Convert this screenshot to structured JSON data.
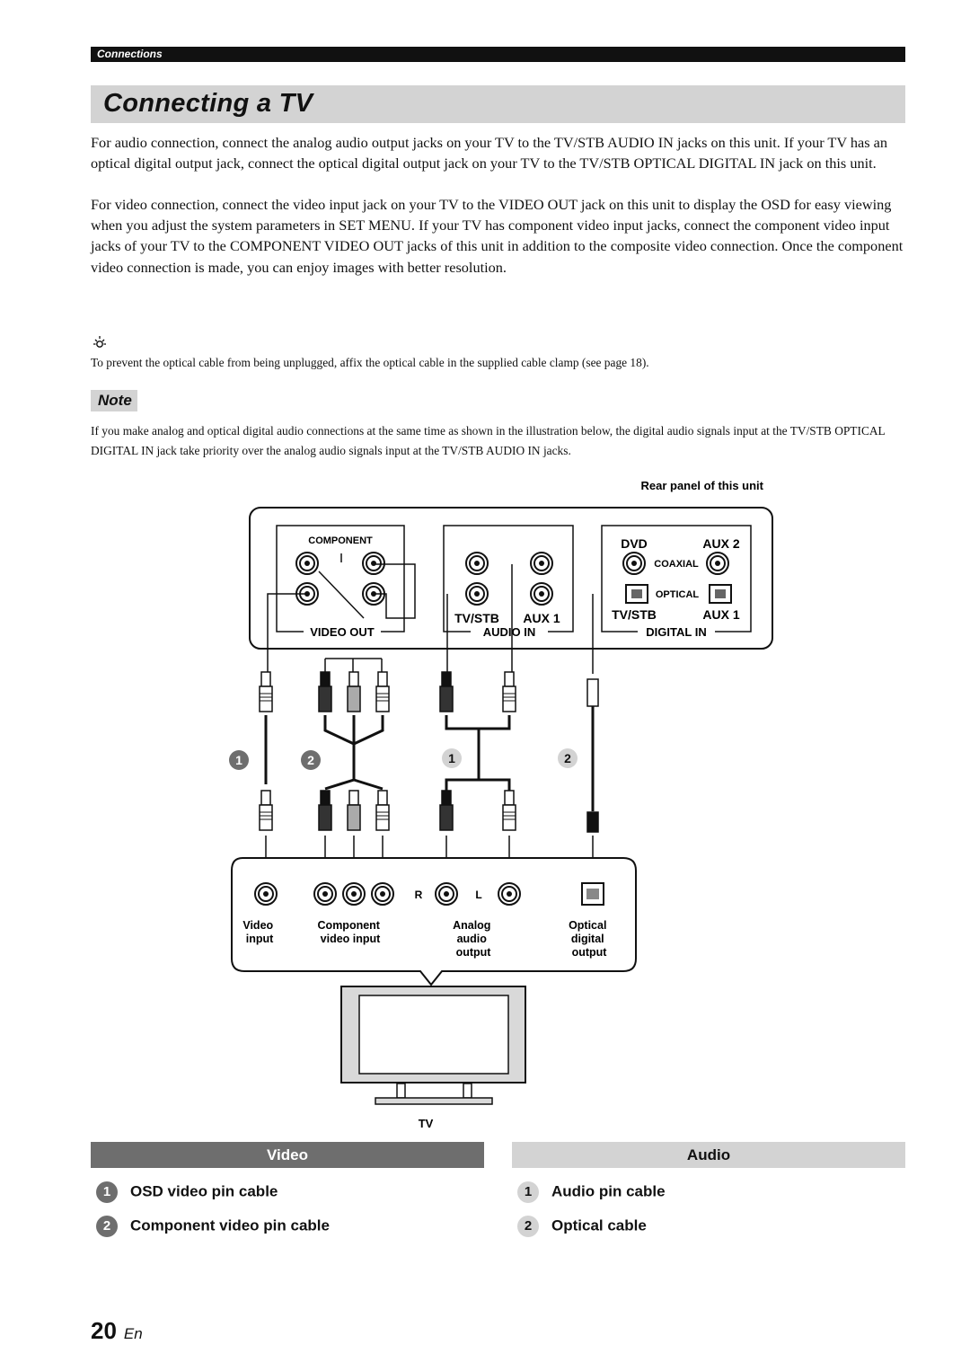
{
  "header": {
    "section": "Connections",
    "title": "Connecting a TV"
  },
  "body": {
    "para1": "For audio connection, connect the analog audio output jacks on your TV to the TV/STB AUDIO IN jacks on this unit. If your TV has an optical digital output jack, connect the optical digital output jack on your TV to the TV/STB OPTICAL DIGITAL IN jack on this unit.",
    "para2": "For video connection, connect the video input jack on your TV to the VIDEO OUT jack on this unit to display the OSD for easy viewing when you adjust the system parameters in SET MENU. If your TV has component video input jacks, connect the component video input jacks of your TV to the COMPONENT VIDEO OUT jacks of this unit in addition to the composite video connection. Once the component video connection is made, you can enjoy images with better resolution."
  },
  "tip": {
    "icon": "lightbulb-icon",
    "text": "To prevent the optical cable from being unplugged, affix the optical cable in the supplied cable clamp (see page 18)."
  },
  "note": {
    "label": "Note",
    "text": "If you make analog and optical digital audio connections at the same time as shown in the illustration below, the digital audio signals input at the TV/STB OPTICAL DIGITAL IN jack take priority over the analog audio signals input at the TV/STB AUDIO IN jacks."
  },
  "diagram": {
    "rear_panel_label": "Rear panel of this unit",
    "component": "COMPONENT",
    "video_out": "VIDEO OUT",
    "tvstb": "TV/STB",
    "aux1": "AUX 1",
    "audio_in": "AUDIO IN",
    "dvd": "DVD",
    "aux2": "AUX 2",
    "coaxial": "COAXIAL",
    "optical": "OPTICAL",
    "digital_in": "DIGITAL IN",
    "markers": [
      "1",
      "2",
      "1",
      "2"
    ],
    "r_label": "R",
    "l_label": "L",
    "video_input": [
      "Video",
      "input"
    ],
    "component_video_input": [
      "Component",
      "video input"
    ],
    "analog_audio_output": [
      "Analog",
      "audio",
      "output"
    ],
    "optical_digital_output": [
      "Optical",
      "digital",
      "output"
    ],
    "tv_label": "TV"
  },
  "legend": {
    "video": {
      "title": "Video",
      "items": [
        {
          "num": "1",
          "label": "OSD video pin cable"
        },
        {
          "num": "2",
          "label": "Component video pin cable"
        }
      ]
    },
    "audio": {
      "title": "Audio",
      "items": [
        {
          "num": "1",
          "label": "Audio pin cable"
        },
        {
          "num": "2",
          "label": "Optical cable"
        }
      ]
    }
  },
  "footer": {
    "page": "20",
    "lang": "En"
  },
  "colors": {
    "dark_gray": "#6e6e6e",
    "light_gray": "#d3d3d3",
    "black": "#111111"
  }
}
